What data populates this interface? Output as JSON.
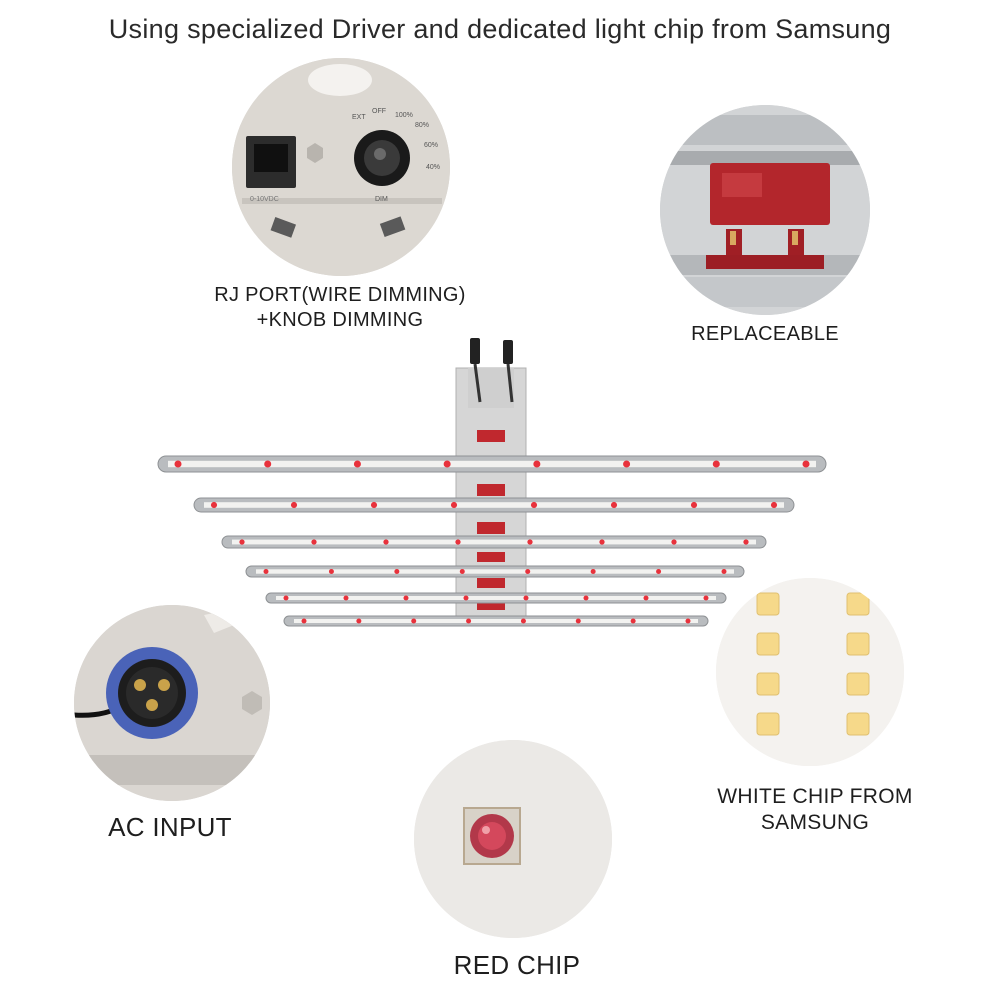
{
  "headline": "Using specialized Driver and dedicated light chip from Samsung",
  "features": {
    "rj_port": {
      "line1": "RJ PORT(WIRE DIMMING)",
      "line2": "+KNOB DIMMING"
    },
    "replaceable": {
      "label": "REPLACEABLE"
    },
    "ac_input": {
      "label": "AC INPUT"
    },
    "red_chip": {
      "label": "RED CHIP"
    },
    "white_chip": {
      "line1": "WHITE CHIP FROM",
      "line2": "SAMSUNG"
    }
  },
  "knob_marks": [
    "EXT",
    "OFF",
    "100%",
    "80%",
    "60%",
    "40%"
  ],
  "knob_caption": "DIM",
  "port_caption": "0-10VDC",
  "colors": {
    "bar_metal": "#b9bcbf",
    "red_led": "#e8323c",
    "white_led": "#f6d98a",
    "connector_blue": "#4a63b8"
  }
}
